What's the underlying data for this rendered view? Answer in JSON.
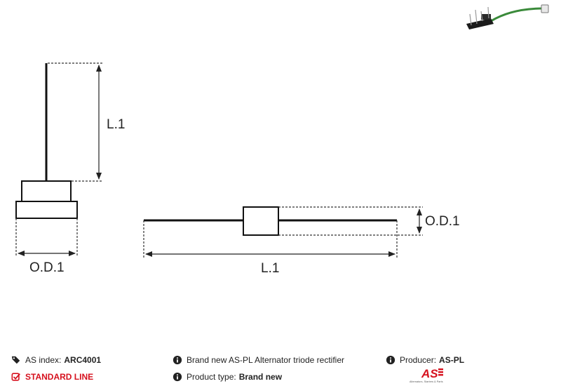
{
  "diagram": {
    "left_component": {
      "length_label": "L.1",
      "diameter_label": "O.D.1"
    },
    "right_component": {
      "length_label": "L.1",
      "diameter_label": "O.D.1"
    }
  },
  "info": {
    "as_index_label": "AS index:",
    "as_index_value": "ARC4001",
    "line_label": "STANDARD LINE",
    "description": "Brand new AS-PL Alternator triode rectifier",
    "product_type_label": "Product type:",
    "product_type_value": "Brand new",
    "producer_label": "Producer:",
    "producer_value": "AS-PL"
  },
  "logo": {
    "mark": "AS",
    "tagline": "Alternators, Starters & Parts"
  },
  "colors": {
    "accent_red": "#d6111e",
    "wire_green": "#3a8a3a",
    "text": "#222222"
  },
  "icons": [
    "tag-icon",
    "check-square-icon",
    "info-circle-icon",
    "info-circle-icon",
    "info-circle-icon"
  ]
}
